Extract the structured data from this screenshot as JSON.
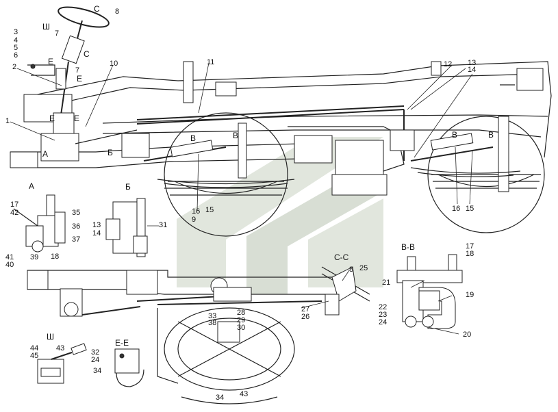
{
  "callouts": {
    "n1": "1",
    "n2": "2",
    "n3": "3",
    "n4": "4",
    "n5": "5",
    "n6": "6",
    "n7": "7",
    "n8": "8",
    "n9": "9",
    "n10": "10",
    "n11": "11",
    "n12": "12",
    "n13": "13",
    "n14": "14",
    "n15": "15",
    "n16": "16",
    "n17": "17",
    "n18": "18",
    "n19": "19",
    "n20": "20",
    "n21": "21",
    "n22": "22",
    "n23": "23",
    "n24": "24",
    "n25": "25",
    "n26": "26",
    "n27": "27",
    "n28": "28",
    "n29": "29",
    "n30": "30",
    "n31": "31",
    "n32": "32",
    "n33": "33",
    "n34": "34",
    "n35": "35",
    "n36": "36",
    "n37": "37",
    "n38": "38",
    "n39": "39",
    "n40": "40",
    "n41": "41",
    "n42": "42",
    "n43": "43",
    "n44": "44",
    "n45": "45"
  },
  "sections": {
    "A": "А",
    "B": "Б",
    "V": "В",
    "VV": "В-В",
    "E": "Е",
    "EE": "Е-Е",
    "S": "С",
    "SS": "С-С",
    "Sh": "Ш"
  },
  "colors": {
    "line": "#222222",
    "watermark": "#cfd8c8",
    "watermark_dark": "#b9c4b2"
  }
}
